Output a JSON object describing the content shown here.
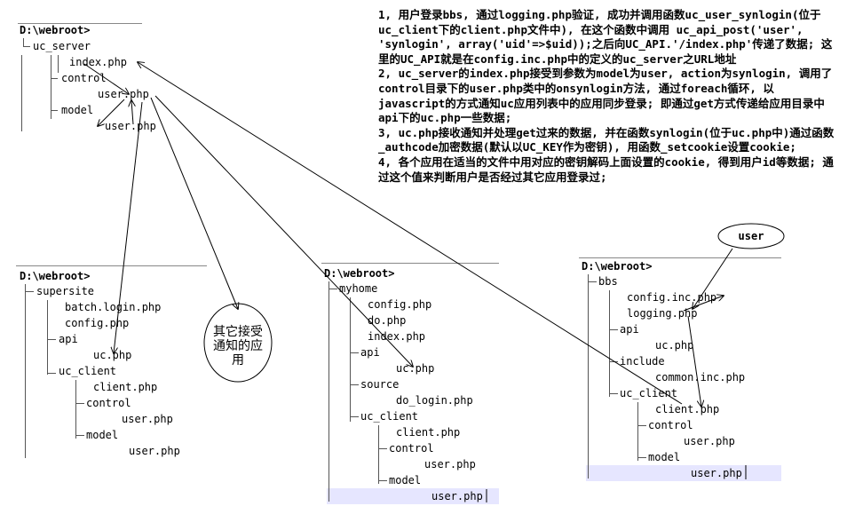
{
  "notes": [
    "1, 用户登录bbs, 通过logging.php验证, 成功并调用函数uc_user_synlogin(位于uc_client下的client.php文件中), 在这个函数中调用 uc_api_post('user', 'synlogin', array('uid'=>$uid));之后向UC_API.'/index.php'传递了数据; 这里的UC_API就是在config.inc.php中的定义的uc_server之URL地址",
    "2, uc_server的index.php接受到参数为model为user, action为synlogin, 调用了control目录下的user.php类中的onsynlogin方法, 通过foreach循环, 以javascript的方式通知uc应用列表中的应用同步登录; 即通过get方式传递给应用目录中api下的uc.php一些数据;",
    "3, uc.php接收通知并处理get过来的数据, 并在函数synlogin(位于uc.php中)通过函数_authcode加密数据(默认以UC_KEY作为密钥), 用函数_setcookie设置cookie;",
    "4, 各个应用在适当的文件中用对应的密钥解码上面设置的cookie, 得到用户id等数据; 通过这个值来判断用户是否经过其它应用登录过;"
  ],
  "tree1": {
    "root": "D:\\webroot>",
    "uc_server": "uc_server",
    "index_php": "index.php",
    "control": "control",
    "user_php_ctrl": "user.php",
    "model": "model",
    "user_php_model": "user.php"
  },
  "tree2": {
    "root": "D:\\webroot>",
    "supersite": "supersite",
    "batch_login": "batch.login.php",
    "config_php": "config.php",
    "api": "api",
    "uc_php": "uc.php",
    "uc_client": "uc_client",
    "client_php": "client.php",
    "control": "control",
    "user_php_ctrl": "user.php",
    "model": "model",
    "user_php_model": "user.php"
  },
  "tree3": {
    "root": "D:\\webroot>",
    "myhome": "myhome",
    "config_php": "config.php",
    "do_php": "do.php",
    "index_php": "index.php",
    "api": "api",
    "uc_php": "uc.php",
    "source": "source",
    "do_login": "do_login.php",
    "uc_client": "uc_client",
    "client_php": "client.php",
    "control": "control",
    "user_php_ctrl": "user.php",
    "model": "model",
    "user_php_model": "user.php"
  },
  "tree4": {
    "root": "D:\\webroot>",
    "bbs": "bbs",
    "config_inc": "config.inc.php",
    "logging": "logging.php",
    "api": "api",
    "uc_php": "uc.php",
    "include": "include",
    "common_inc": "common.inc.php",
    "uc_client": "uc_client",
    "client_php": "client.php",
    "control": "control",
    "user_php_ctrl": "user.php",
    "model": "model",
    "user_php_model": "user.php"
  },
  "bubbles": {
    "other_apps": "其它接受通知的应用",
    "user": "user"
  },
  "colors": {
    "highlight": "#e6e6ff",
    "lines": "#000000"
  }
}
